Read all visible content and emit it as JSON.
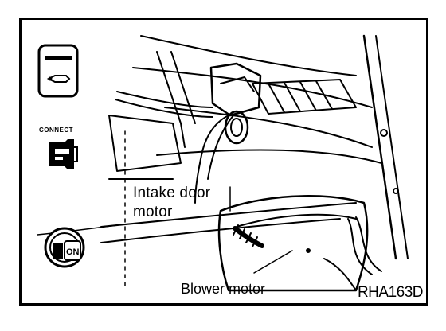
{
  "labels": {
    "intake_line1": "Intake door",
    "intake_line2": "motor",
    "blower": "Blower motor",
    "reference": "RHA163D",
    "connect": "CONNECT",
    "ignition_on": "ON"
  },
  "icons": [
    "battery-disconnect-icon",
    "connector-icon",
    "ignition-on-icon"
  ]
}
